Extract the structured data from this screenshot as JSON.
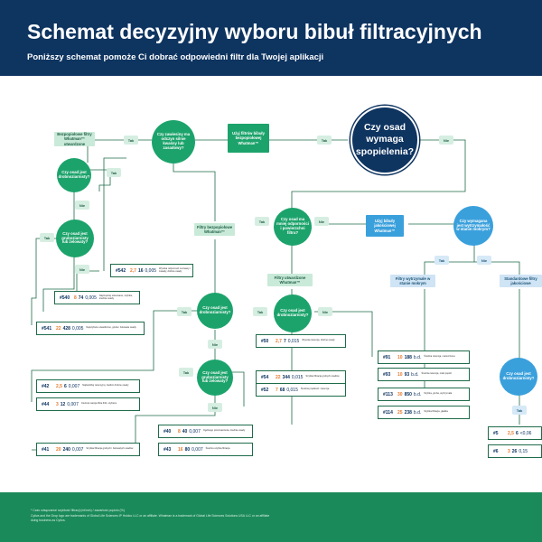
{
  "header": {
    "title": "Schemat decyzyjny wyboru bibuł filtracyjnych",
    "subtitle": "Poniższy schemat pomoże Ci dobrać odpowiedni filtr dla Twojej aplikacji"
  },
  "nodes": {
    "start": "Czy osad wymaga spopielenia?",
    "ash_precip": "Czy zawiesiny ma odczyn silnie kwaśny lub zasadowy?",
    "fine_a": "Czy osad jest drobnoziarnisty?",
    "coarse_a": "Czy osad jest gruboziarnisty lub żelowaty?",
    "fine_b": "Czy osad jest drobnoziarnisty?",
    "coarse_b": "Czy osad jest gruboziarnisty lub żelowaty?",
    "fine_c": "Czy osad jest drobnoziarnisty?",
    "rapid": "Czy osad ma mniej odporności i powierzchni filtru?",
    "wet_strength": "Czy wymagana jest wytrzymałość w stanie mokrym?",
    "fine_d": "Czy osad jest drobnoziarnisty?"
  },
  "tags": {
    "ashless_hardened": "Bezpopiołowe filtry Whatman™ utwardzone",
    "use_ashless": "Użyj filtrów bibuły bezpopiołowej Whatman™",
    "ashless": "Filtry bezpopiołowe Whatman™",
    "hardened": "Filtry utwardzone Whatman™",
    "qualitative": "Użyj bibuły jakościowej Whatman™",
    "wet_strong": "Filtry wytrzymałe w stanie mokrym",
    "standard": "Standardowe filtry jakościowe"
  },
  "answers": {
    "yes": "Tak",
    "no": "Nie"
  },
  "products": [
    {
      "code": "#542",
      "v1": "2,7",
      "v2": "16",
      "v3": "0,005",
      "desc": "Wysoka odporność na kwasy i zasady, drobne osady"
    },
    {
      "code": "#540",
      "v1": "8",
      "v2": "74",
      "v3": "0,005",
      "desc": "Najczęściej stosowane, szybkie, średnie osady"
    },
    {
      "code": "#541",
      "v1": "22",
      "v2": "428",
      "v3": "0,005",
      "desc": "Najszybsze utwardzone, grube i żelowate osady"
    },
    {
      "code": "#42",
      "v1": "2,5",
      "v2": "6",
      "v3": "0,007",
      "desc": "Najbardziej retencyjny, bardzo drobne osady"
    },
    {
      "code": "#44",
      "v1": "3",
      "v2": "12",
      "v3": "0,007",
      "desc": "Cieńsza wersja filtra #42, szybsza"
    },
    {
      "code": "#41",
      "v1": "20",
      "v2": "240",
      "v3": "0,007",
      "desc": "Szybka filtracja grubych i żelowatych osadów"
    },
    {
      "code": "#50",
      "v1": "2,7",
      "v2": "7",
      "v3": "0,015",
      "desc": "Wysoka retencja, drobne osady"
    },
    {
      "code": "#54",
      "v1": "22",
      "v2": "344",
      "v3": "0,015",
      "desc": "Szybka filtracja grubych osadów"
    },
    {
      "code": "#52",
      "v1": "7",
      "v2": "68",
      "v3": "0,015",
      "desc": "Średnia prędkość i retencja"
    },
    {
      "code": "#40",
      "v1": "8",
      "v2": "40",
      "v3": "0,007",
      "desc": "Ogólnego przeznaczenia, średnie osady"
    },
    {
      "code": "#43",
      "v1": "16",
      "v2": "80",
      "v3": "0,007",
      "desc": "Średnio-szybka filtracja"
    },
    {
      "code": "#91",
      "v1": "10",
      "v2": "188",
      "v3": "b.d.",
      "desc": "Średnia retencja, marszczona"
    },
    {
      "code": "#93",
      "v1": "10",
      "v2": "93",
      "v3": "b.d.",
      "desc": "Średnia retencja, niski popiół"
    },
    {
      "code": "#113",
      "v1": "30",
      "v2": "850",
      "v3": "b.d.",
      "desc": "Szybka, gruba, wytrzymała"
    },
    {
      "code": "#114",
      "v1": "25",
      "v2": "238",
      "v3": "b.d.",
      "desc": "Szybka filtracja, gładka"
    },
    {
      "code": "#5",
      "v1": "2,5",
      "v2": "6",
      "v3": "<0,06",
      "desc": ""
    },
    {
      "code": "#6",
      "v1": "3",
      "v2": "26",
      "v3": "0,15",
      "desc": ""
    }
  ],
  "footer": {
    "note1": "* Czas odsączania/ szybkość filtracji (ml/min) / zawartość popiołu (%)",
    "note2": "Cytiva and the Drop logo are trademarks of Global Life Sciences IP Holdco LLC or an affiliate. Whatman is a trademark of Global Life Sciences Solutions USA LLC or an affiliate",
    "note3": "doing business as Cytiva."
  }
}
